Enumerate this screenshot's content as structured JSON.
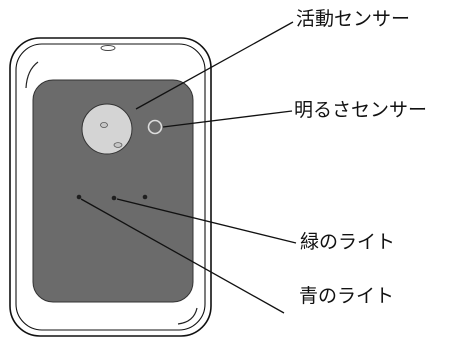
{
  "labels": {
    "activity_sensor": "活動センサー",
    "brightness_sensor": "明るさセンサー",
    "green_light": "緑のライト",
    "blue_light": "青のライト"
  },
  "colors": {
    "device_body": "#ffffff",
    "device_outline": "#111111",
    "face_panel": "#6b6b6b",
    "sensor_disc": "#d4d4d4",
    "leader_line": "#111111"
  }
}
